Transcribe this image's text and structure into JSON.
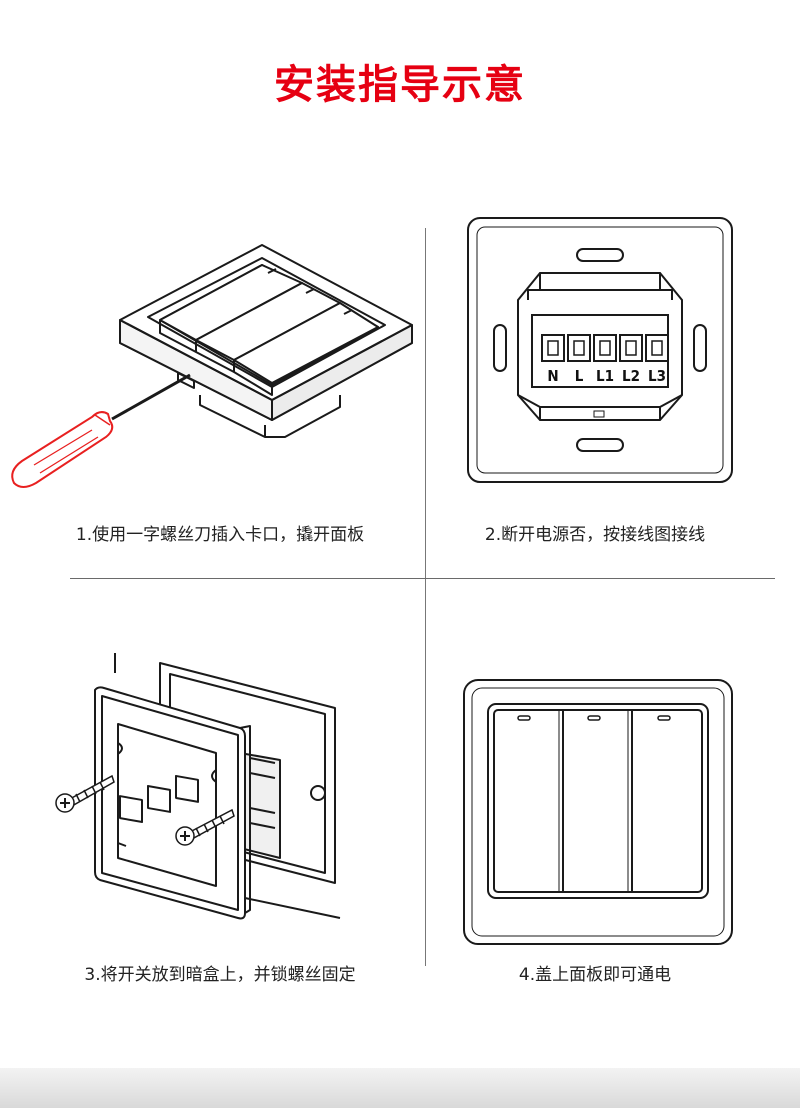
{
  "title": "安装指导示意",
  "colors": {
    "title": "#e60012",
    "screwdriver": "#e82020",
    "line": "#1a1a1a"
  },
  "steps": [
    {
      "caption": "1.使用一字螺丝刀插入卡口，撬开面板"
    },
    {
      "caption": "2.断开电源否，按接线图接线"
    },
    {
      "caption": "3.将开关放到暗盒上，并锁螺丝固定"
    },
    {
      "caption": "4.盖上面板即可通电"
    }
  ],
  "terminals": [
    "N",
    "L",
    "L1",
    "L2",
    "L3"
  ]
}
